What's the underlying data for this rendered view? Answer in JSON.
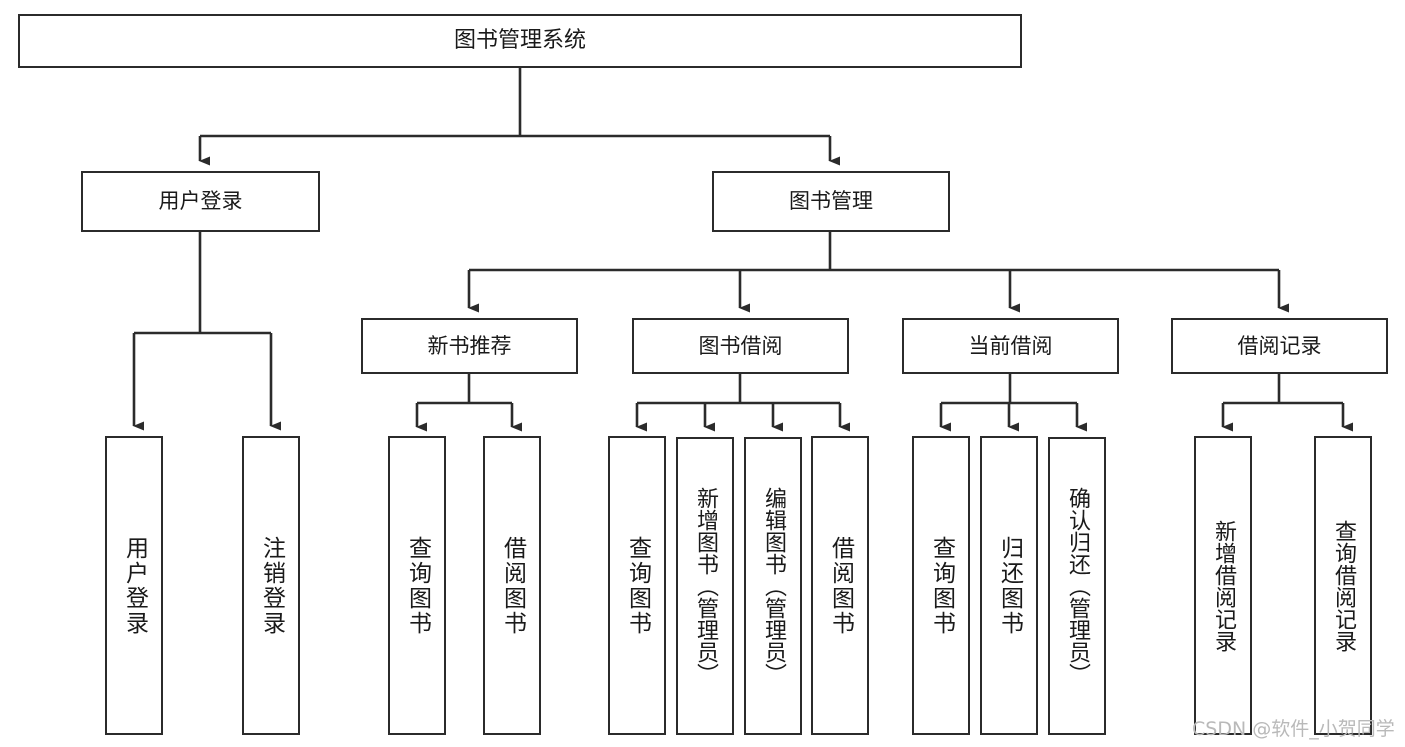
{
  "diagram": {
    "type": "tree-hierarchy-chart",
    "title": "图书管理系统",
    "watermark": "CSDN @软件_小贺同学",
    "colors": {
      "stroke": "#2b2b2b",
      "fill": "#ffffff",
      "text": "#1a1a1a",
      "watermark": "#b9b9b9"
    },
    "nodes": {
      "root": {
        "label": "图书管理系统"
      },
      "level2": [
        {
          "label": "用户登录"
        },
        {
          "label": "图书管理"
        }
      ],
      "level3": [
        {
          "label": "新书推荐"
        },
        {
          "label": "图书借阅"
        },
        {
          "label": "当前借阅"
        },
        {
          "label": "借阅记录"
        }
      ],
      "leaves_user_login": [
        {
          "label": "用户登录"
        },
        {
          "label": "注销登录"
        }
      ],
      "leaves_new_book": [
        {
          "label": "查询图书"
        },
        {
          "label": "借阅图书"
        }
      ],
      "leaves_borrow": [
        {
          "label": "查询图书"
        },
        {
          "label": "新增图书（管理员）"
        },
        {
          "label": "编辑图书（管理员）"
        },
        {
          "label": "借阅图书"
        }
      ],
      "leaves_current": [
        {
          "label": "查询图书"
        },
        {
          "label": "归还图书"
        },
        {
          "label": "确认归还（管理员）"
        }
      ],
      "leaves_record": [
        {
          "label": "新增借阅记录"
        },
        {
          "label": "查询借阅记录"
        }
      ]
    }
  }
}
